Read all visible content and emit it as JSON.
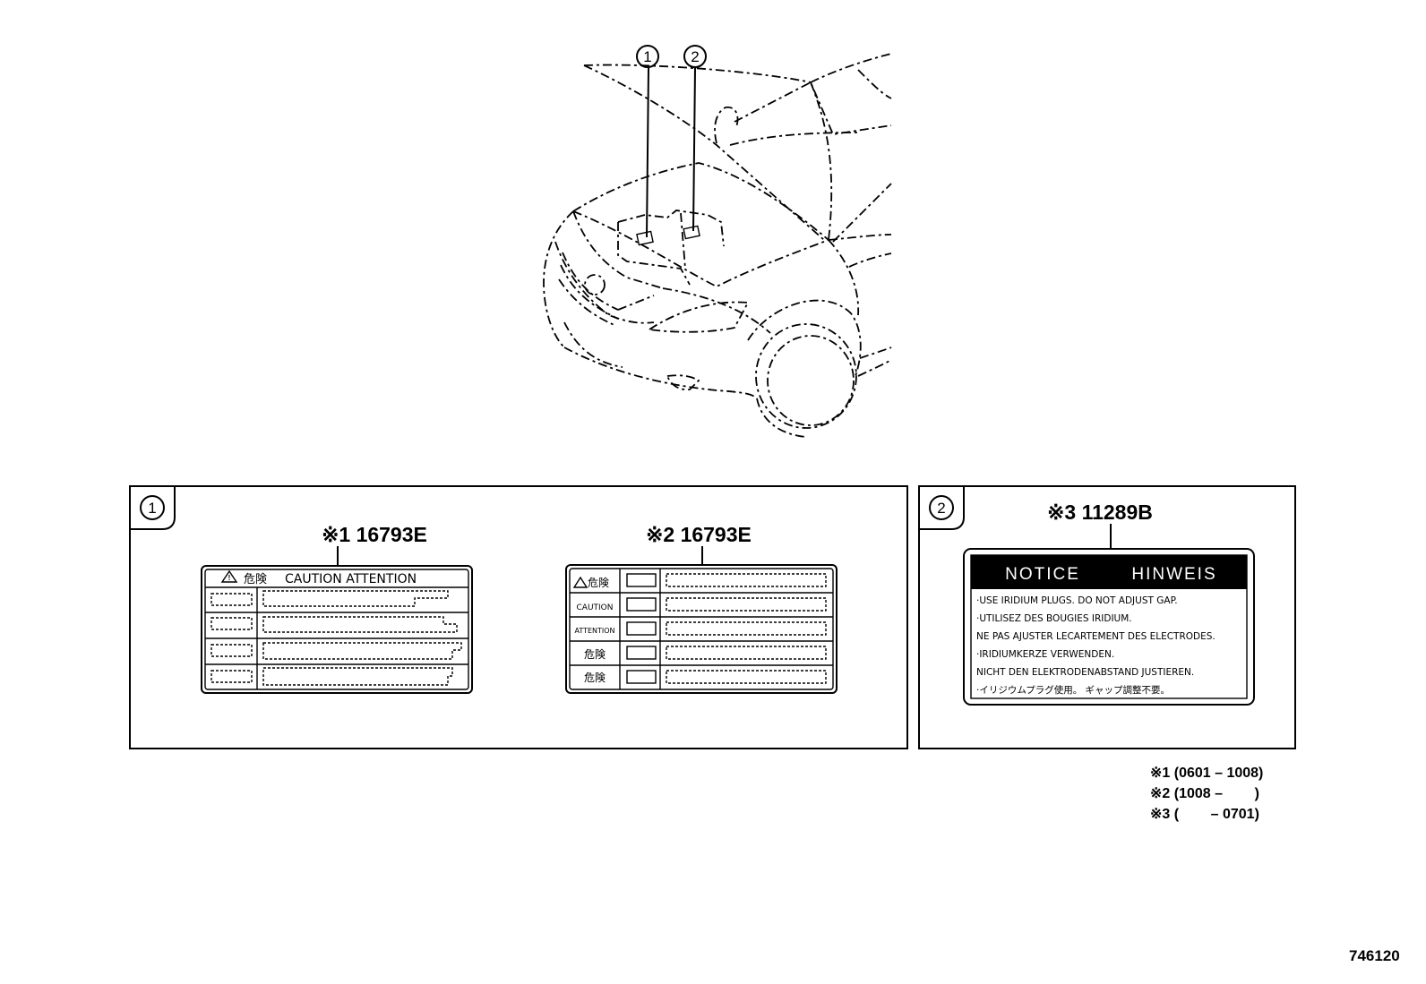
{
  "callouts": [
    "1",
    "2"
  ],
  "panel1": {
    "label_a": {
      "part": "※1 16793E",
      "header_kanji": "危険",
      "header_text": "CAUTION  ATTENTION"
    },
    "label_b": {
      "part": "※2 16793E",
      "rows": [
        "危険",
        "CAUTION",
        "ATTENTION",
        "危険",
        "危険"
      ]
    }
  },
  "panel2": {
    "label_c": {
      "part": "※3 11289B",
      "header_left": "NOTICE",
      "header_right": "HINWEIS",
      "lines": [
        "·USE IRIDIUM PLUGS.  DO NOT ADJUST GAP.",
        "·UTILISEZ DES BOUGIES IRIDIUM.",
        " NE PAS AJUSTER LECARTEMENT DES ELECTRODES.",
        "·IRIDIUMKERZE VERWENDEN.",
        " NICHT DEN ELEKTRODENABSTAND JUSTIEREN.",
        "·イリジウムプラグ使用。  ギャップ調整不要。"
      ]
    }
  },
  "legend": [
    "※1 (0601 – 1008)",
    "※2 (1008 –        )",
    "※3 (        – 0701)"
  ],
  "figure_number": "746120"
}
